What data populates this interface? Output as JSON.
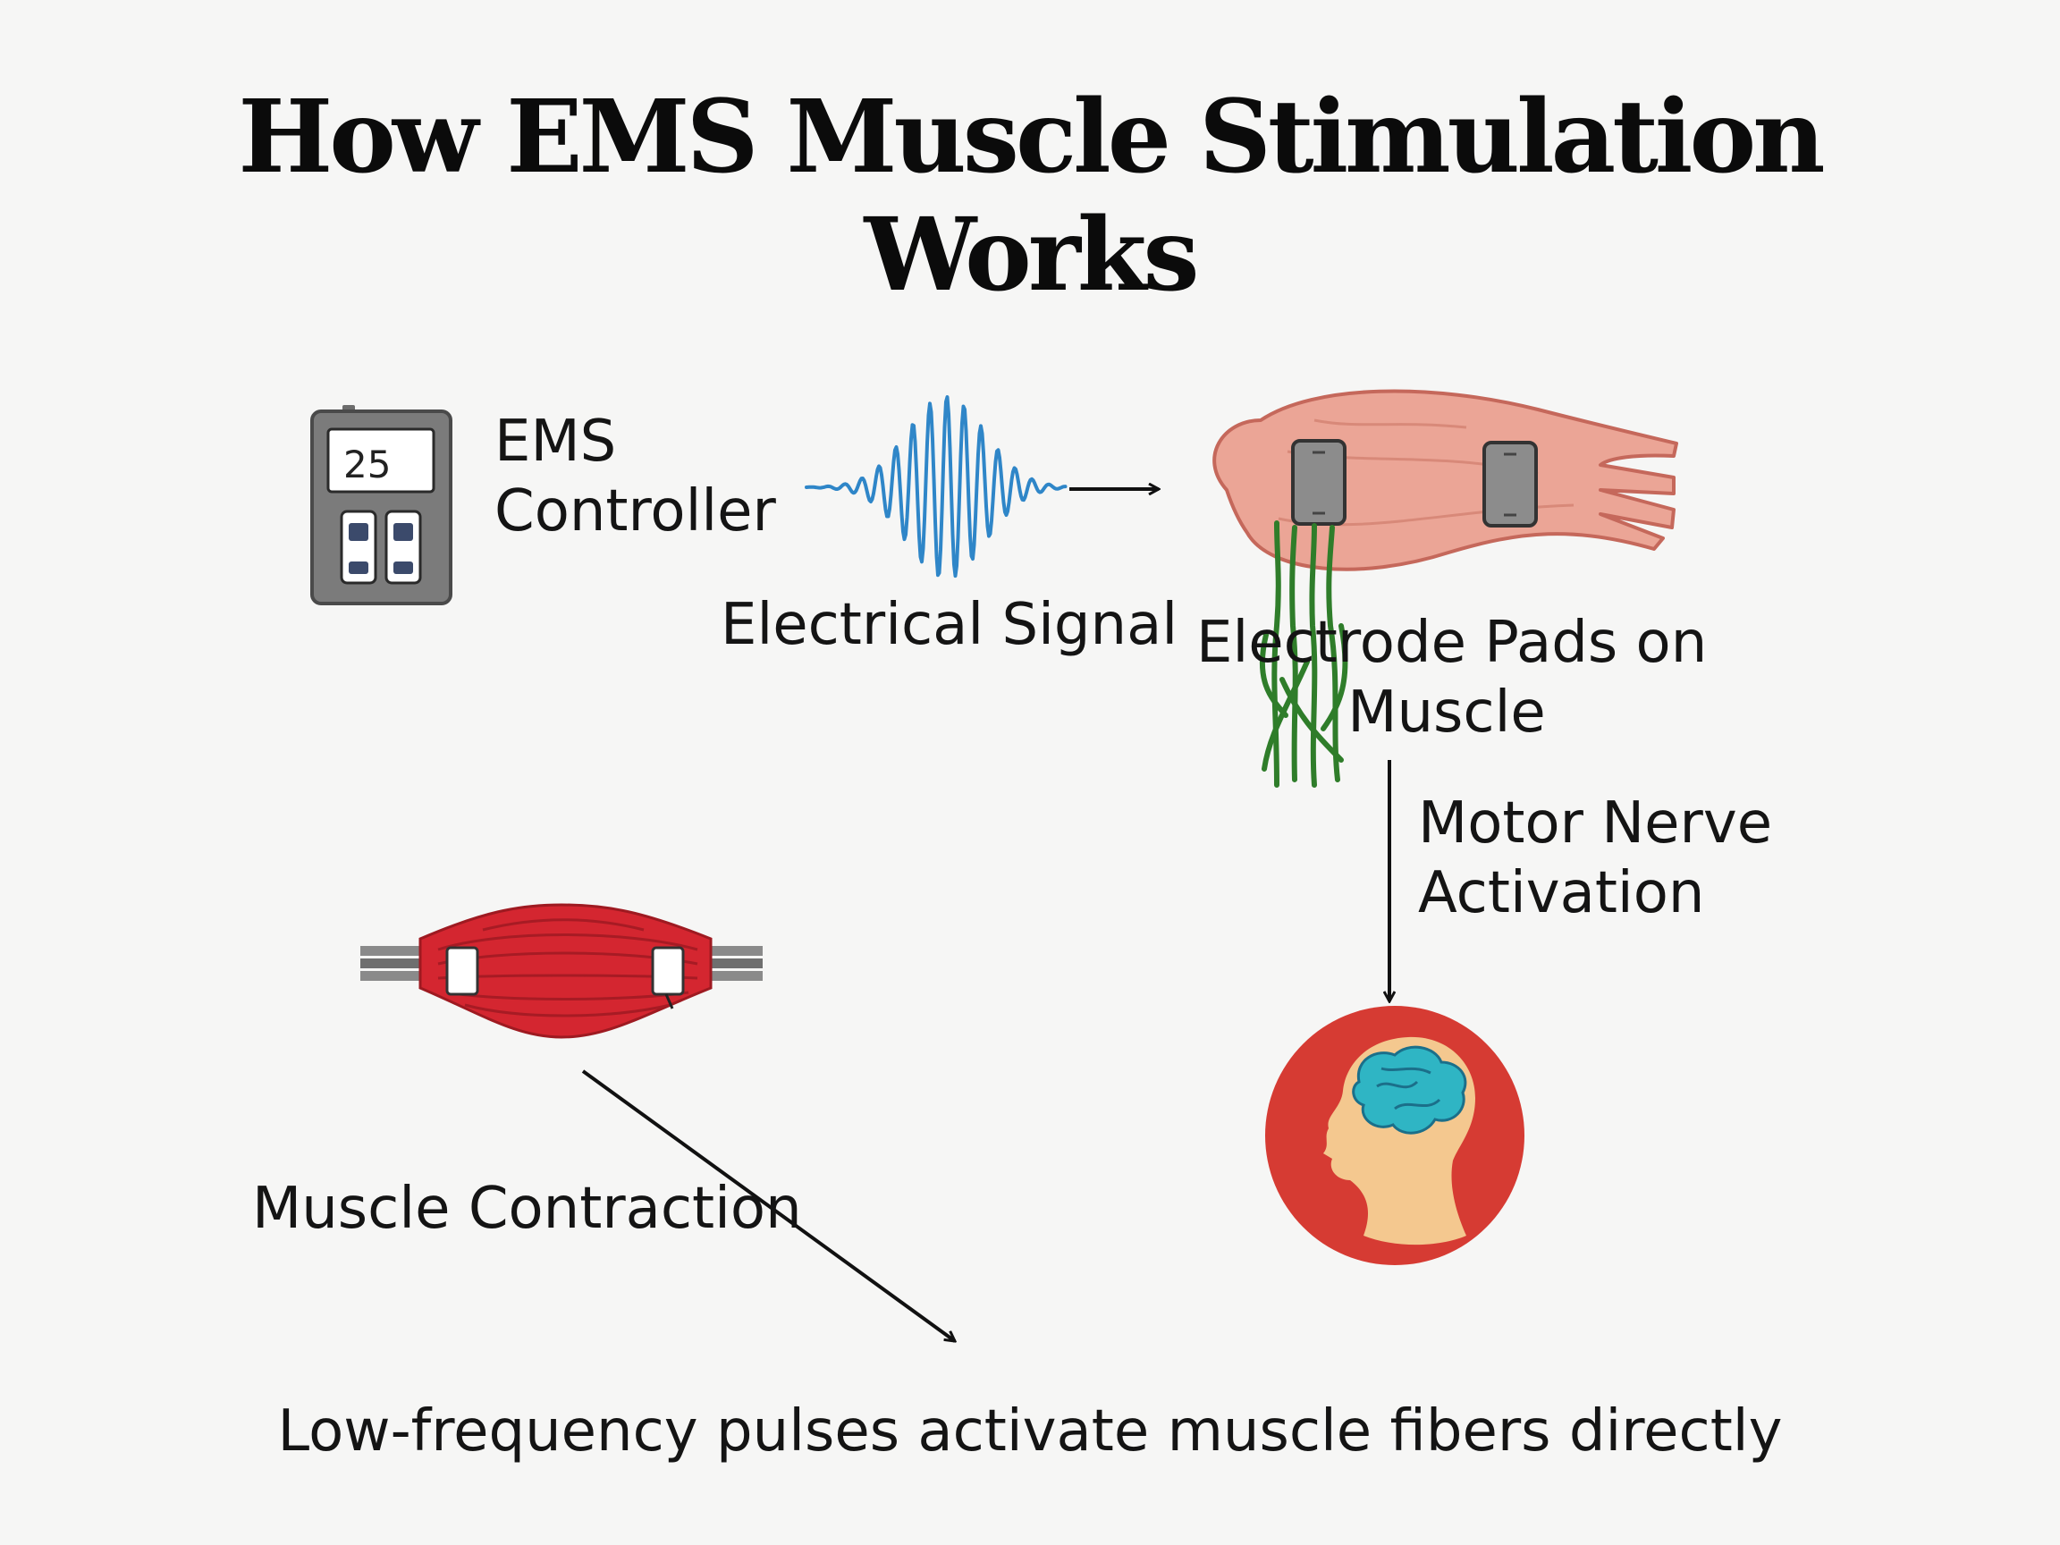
{
  "title": {
    "line1": "How EMS Muscle Stimulation",
    "line2": "Works"
  },
  "controller": {
    "label_line1": "EMS",
    "label_line2": "Controller",
    "display_value": "25",
    "icon": "ems-device-icon"
  },
  "signal": {
    "label": "Electrical Signal",
    "icon": "waveform-icon",
    "color": "#2f86c8"
  },
  "pads": {
    "label_line1": "Electrode Pads on",
    "label_line2": "Muscle",
    "icon": "muscle-with-pads-icon",
    "color": "#eba596"
  },
  "nerve": {
    "label_line1": "Motor Nerve",
    "label_line2": "Activation",
    "icon": "nerve-fibers-icon",
    "color": "#2f7d2a"
  },
  "brain": {
    "icon": "head-brain-icon",
    "color": "#d63b33"
  },
  "contraction": {
    "label": "Muscle Contraction",
    "icon": "contracted-muscle-icon",
    "color": "#d42630"
  },
  "footer": {
    "caption": "Low-frequency pulses activate muscle fibers directly"
  }
}
